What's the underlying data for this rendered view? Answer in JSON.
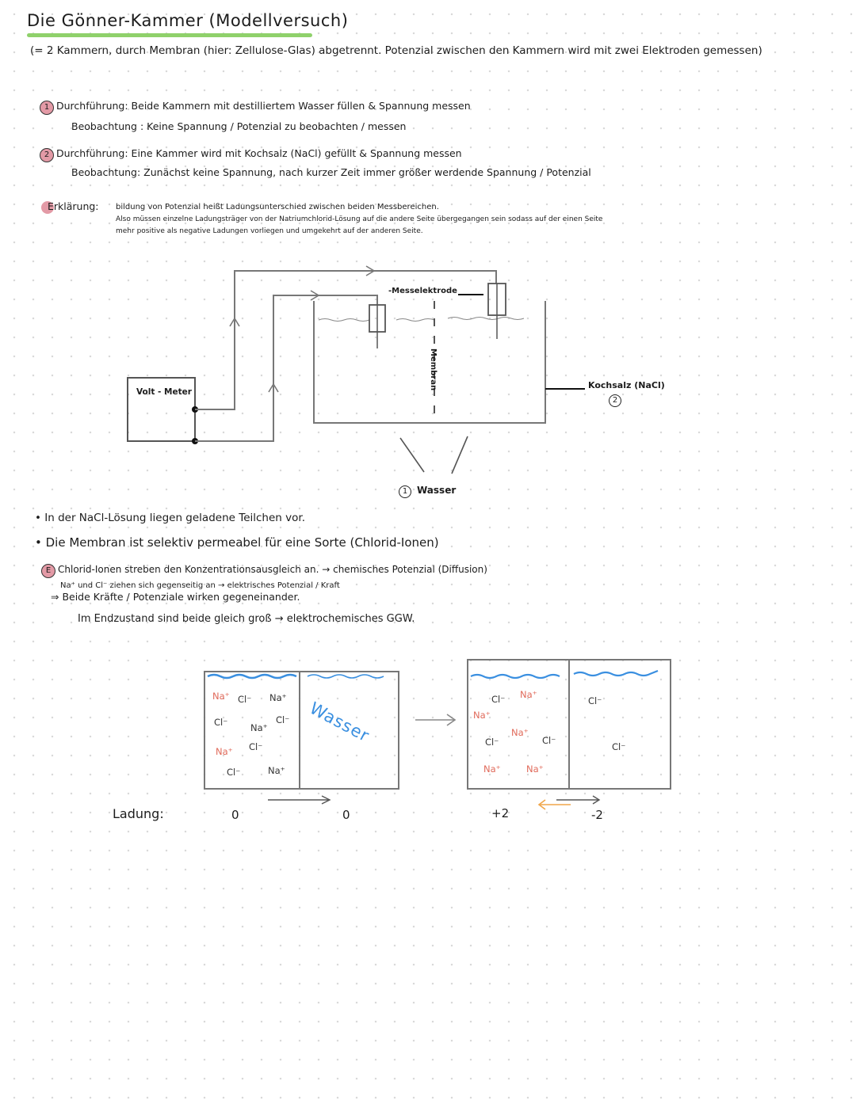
{
  "title": "Die Gönner-Kammer (Modellversuch)",
  "intro": "(= 2 Kammern, durch Membran (hier: Zellulose-Glas) abgetrennt. Potenzial zwischen den Kammern wird mit zwei Elektroden gemessen)",
  "steps": [
    {
      "num": "1",
      "durchfuehrung": "Durchführung: Beide Kammern mit destilliertem Wasser füllen & Spannung messen",
      "beobachtung": "Beobachtung : Keine Spannung / Potenzial zu beobachten / messen"
    },
    {
      "num": "2",
      "durchfuehrung": "Durchführung: Eine Kammer wird mit Kochsalz (NaCl) gefüllt & Spannung messen",
      "beobachtung": "Beobachtung: Zunächst keine Spannung, nach kurzer Zeit immer größer werdende Spannung / Potenzial"
    }
  ],
  "erklaerung": {
    "label": "Erklärung:",
    "line1": "bildung von Potenzial heißt Ladungsunterschied zwischen beiden Messbereichen.",
    "line2": "Also müssen einzelne Ladungsträger von der Natriumchlorid-Lösung auf die andere Seite übergegangen sein sodass auf der einen Seite",
    "line3": "mehr positive als negative Ladungen vorliegen und umgekehrt auf der anderen Seite."
  },
  "diagram": {
    "voltmeter": "Volt - Meter",
    "messelektrode": "-Messelektrode",
    "membran": "Membran",
    "kochsalz": "Kochsalz (NaCl)",
    "kochsalz_num": "2",
    "wasser_num": "1",
    "wasser": "Wasser"
  },
  "bullets": [
    "In der NaCl-Lösung liegen geladene Teilchen vor.",
    "Die Membran ist selektiv permeabel für eine Sorte (Chlorid-Ionen)"
  ],
  "explain": {
    "marker": "E",
    "line1": "Chlorid-Ionen streben den Konzentrationsausgleich an. → chemisches Potenzial (Diffusion)",
    "line2": "Na⁺ und Cl⁻ ziehen sich gegenseitig an → elektrisches Potenzial / Kraft",
    "line3": "⇒ Beide Kräfte / Potenziale wirken gegeneinander.",
    "line4": "Im Endzustand sind beide gleich groß → elektrochemisches GGW."
  },
  "bottom": {
    "ladung_label": "Ladung:",
    "left_water": "Wasser",
    "charges": [
      "0",
      "0",
      "+2",
      "-2"
    ],
    "na": "Na⁺",
    "cl": "Cl⁻"
  },
  "colors": {
    "underline": "#8fd16b",
    "water": "#3a8fe0",
    "marker": "#e39aa6",
    "arrow_orange": "#f0a64a"
  }
}
